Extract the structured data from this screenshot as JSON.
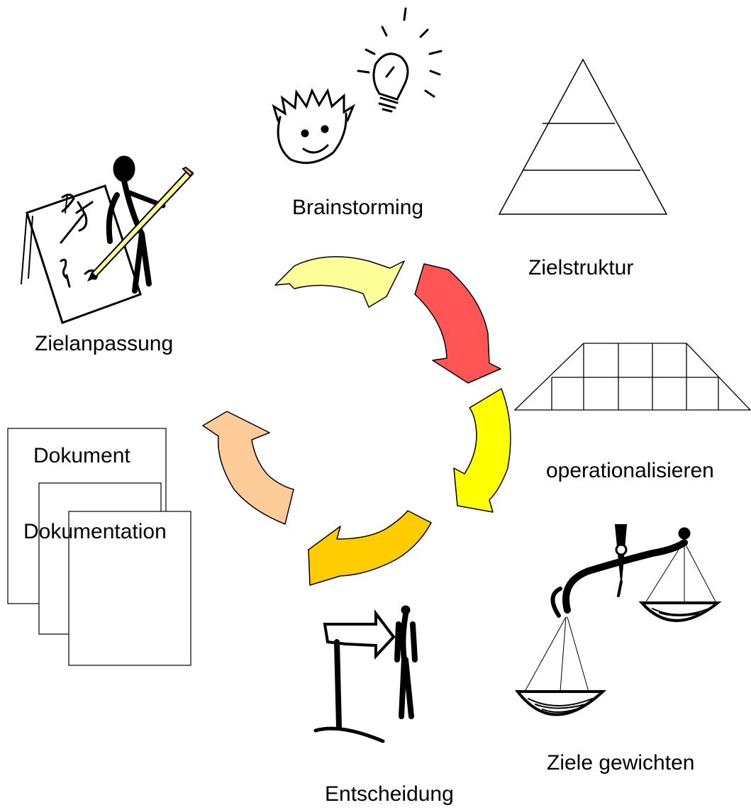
{
  "labels": {
    "brainstorming": "Brainstorming",
    "zielstruktur": "Zielstruktur",
    "zielanpassung": "Zielanpassung",
    "operationalisieren": "operationalisieren",
    "dokument": "Dokument",
    "dokumentation": "Dokumentation",
    "ziele_gewichten": "Ziele gewichten",
    "entscheidung": "Entscheidung"
  },
  "colors": {
    "arrow_brainstorming": "#FFFF99",
    "arrow_zielstruktur": "#FF5555",
    "arrow_operationalisieren": "#FFFF00",
    "arrow_entscheidung": "#FFCC00",
    "arrow_dokumentation": "#FFCC99",
    "outline": "#000000"
  },
  "icons": [
    "idea-face-icon",
    "lightbulb-icon",
    "pyramid-icon",
    "writing-figure-icon",
    "trapezoid-grid-icon",
    "document-stack-icon",
    "balance-scale-icon",
    "signpost-figure-icon"
  ]
}
